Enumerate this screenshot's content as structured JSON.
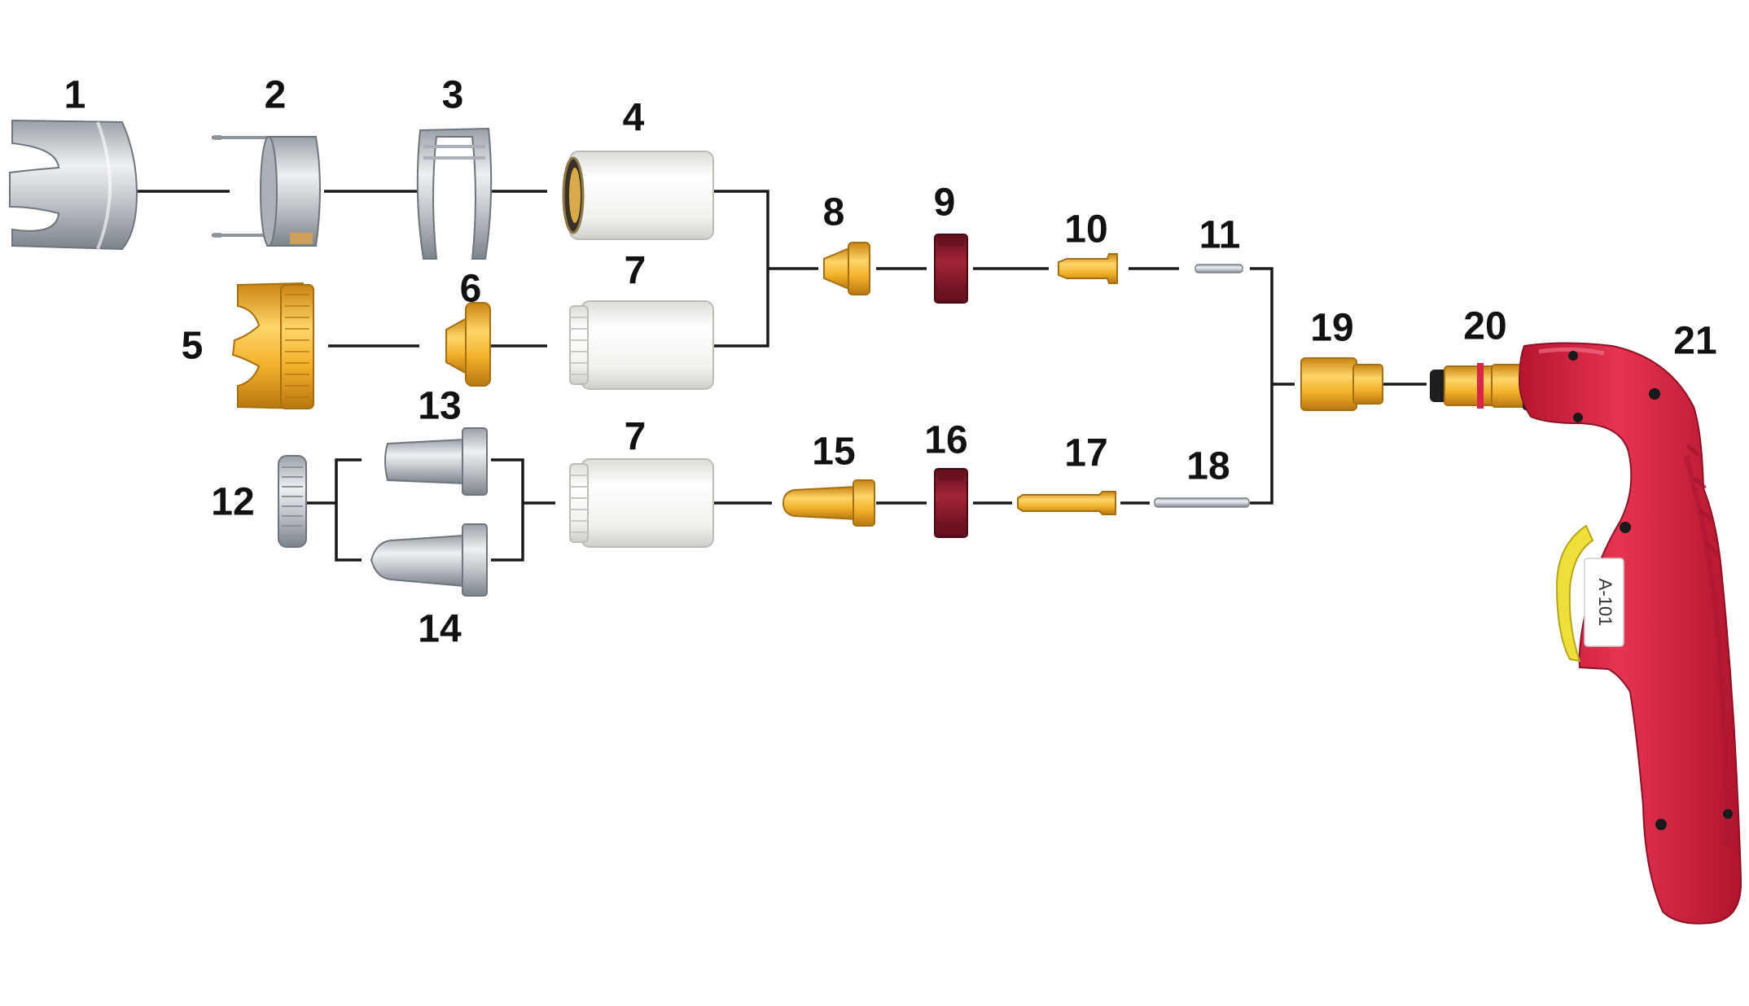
{
  "labels": [
    "1",
    "2",
    "3",
    "4",
    "5",
    "6",
    "7",
    "7",
    "8",
    "9",
    "10",
    "11",
    "12",
    "13",
    "14",
    "15",
    "16",
    "17",
    "18",
    "19",
    "20",
    "21"
  ],
  "torch_tag": "A-101",
  "colors": {
    "silver": "#c9cdd2",
    "silver_dark": "#8e949b",
    "ceramic": "#f4f4f2",
    "brass": "#f2b22a",
    "brass_dark": "#c98511",
    "maroon": "#8e1b2c",
    "handle": "#d92646",
    "handle_dark": "#a8162f",
    "trigger": "#f0df3a",
    "line": "#1a1a1a"
  }
}
